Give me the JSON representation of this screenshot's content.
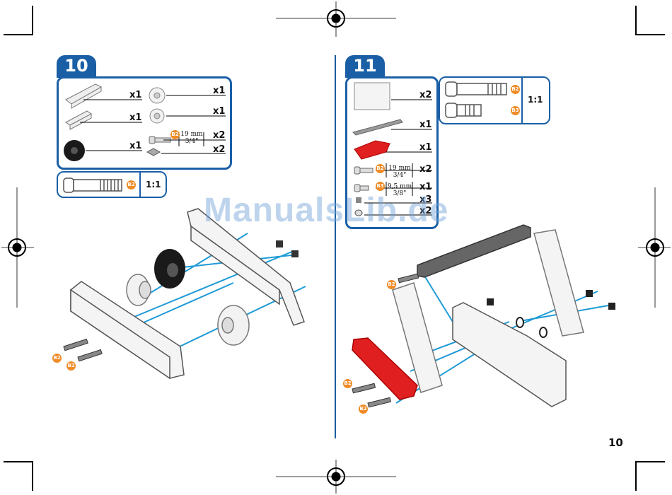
{
  "page_number": "10",
  "watermark": "ManualsLib.de",
  "colors": {
    "accent": "#1a5fa6",
    "badge_orange": "#f08c28",
    "red_part": "#e02020",
    "line_cyan": "#1e9ad6"
  },
  "step10": {
    "number": "10",
    "parts": [
      {
        "icon": "long-strip-part-icon",
        "qty": "x1"
      },
      {
        "icon": "short-strip-part-icon",
        "qty": "x1"
      },
      {
        "icon": "tire-icon",
        "qty": "x1"
      },
      {
        "icon": "wheel-hub-icon",
        "qty": "x1"
      },
      {
        "icon": "small-wheel-icon",
        "qty": "x1"
      },
      {
        "icon": "bolt-icon",
        "qty": "x2",
        "size_mm": "19 mm",
        "size_in": "3/4\""
      },
      {
        "icon": "nut-icon",
        "qty": "x2"
      }
    ],
    "bolt_badge": "B2",
    "scale_label": "1:1",
    "callouts": [
      "B2",
      "B2"
    ]
  },
  "step11": {
    "number": "11",
    "parts": [
      {
        "icon": "double-strip-part-icon",
        "qty": "x2"
      },
      {
        "icon": "angle-strip-part-icon",
        "qty": "x1"
      },
      {
        "icon": "red-bracket-icon",
        "qty": "x1"
      },
      {
        "icon": "bolt-icon",
        "qty": "x2",
        "size_mm": "19 mm",
        "size_in": "3/4\""
      },
      {
        "icon": "short-bolt-icon",
        "qty": "x1",
        "size_mm": "9,5 mm",
        "size_in": "3/8\""
      },
      {
        "icon": "nut-icon",
        "qty": "x3"
      },
      {
        "icon": "washer-icon",
        "qty": "x2"
      }
    ],
    "bolt_badges": [
      "B2",
      "B3"
    ],
    "scale_badges": [
      "B2",
      "B3"
    ],
    "scale_label": "1:1",
    "callouts": [
      "B2",
      "B2",
      "B2"
    ]
  }
}
